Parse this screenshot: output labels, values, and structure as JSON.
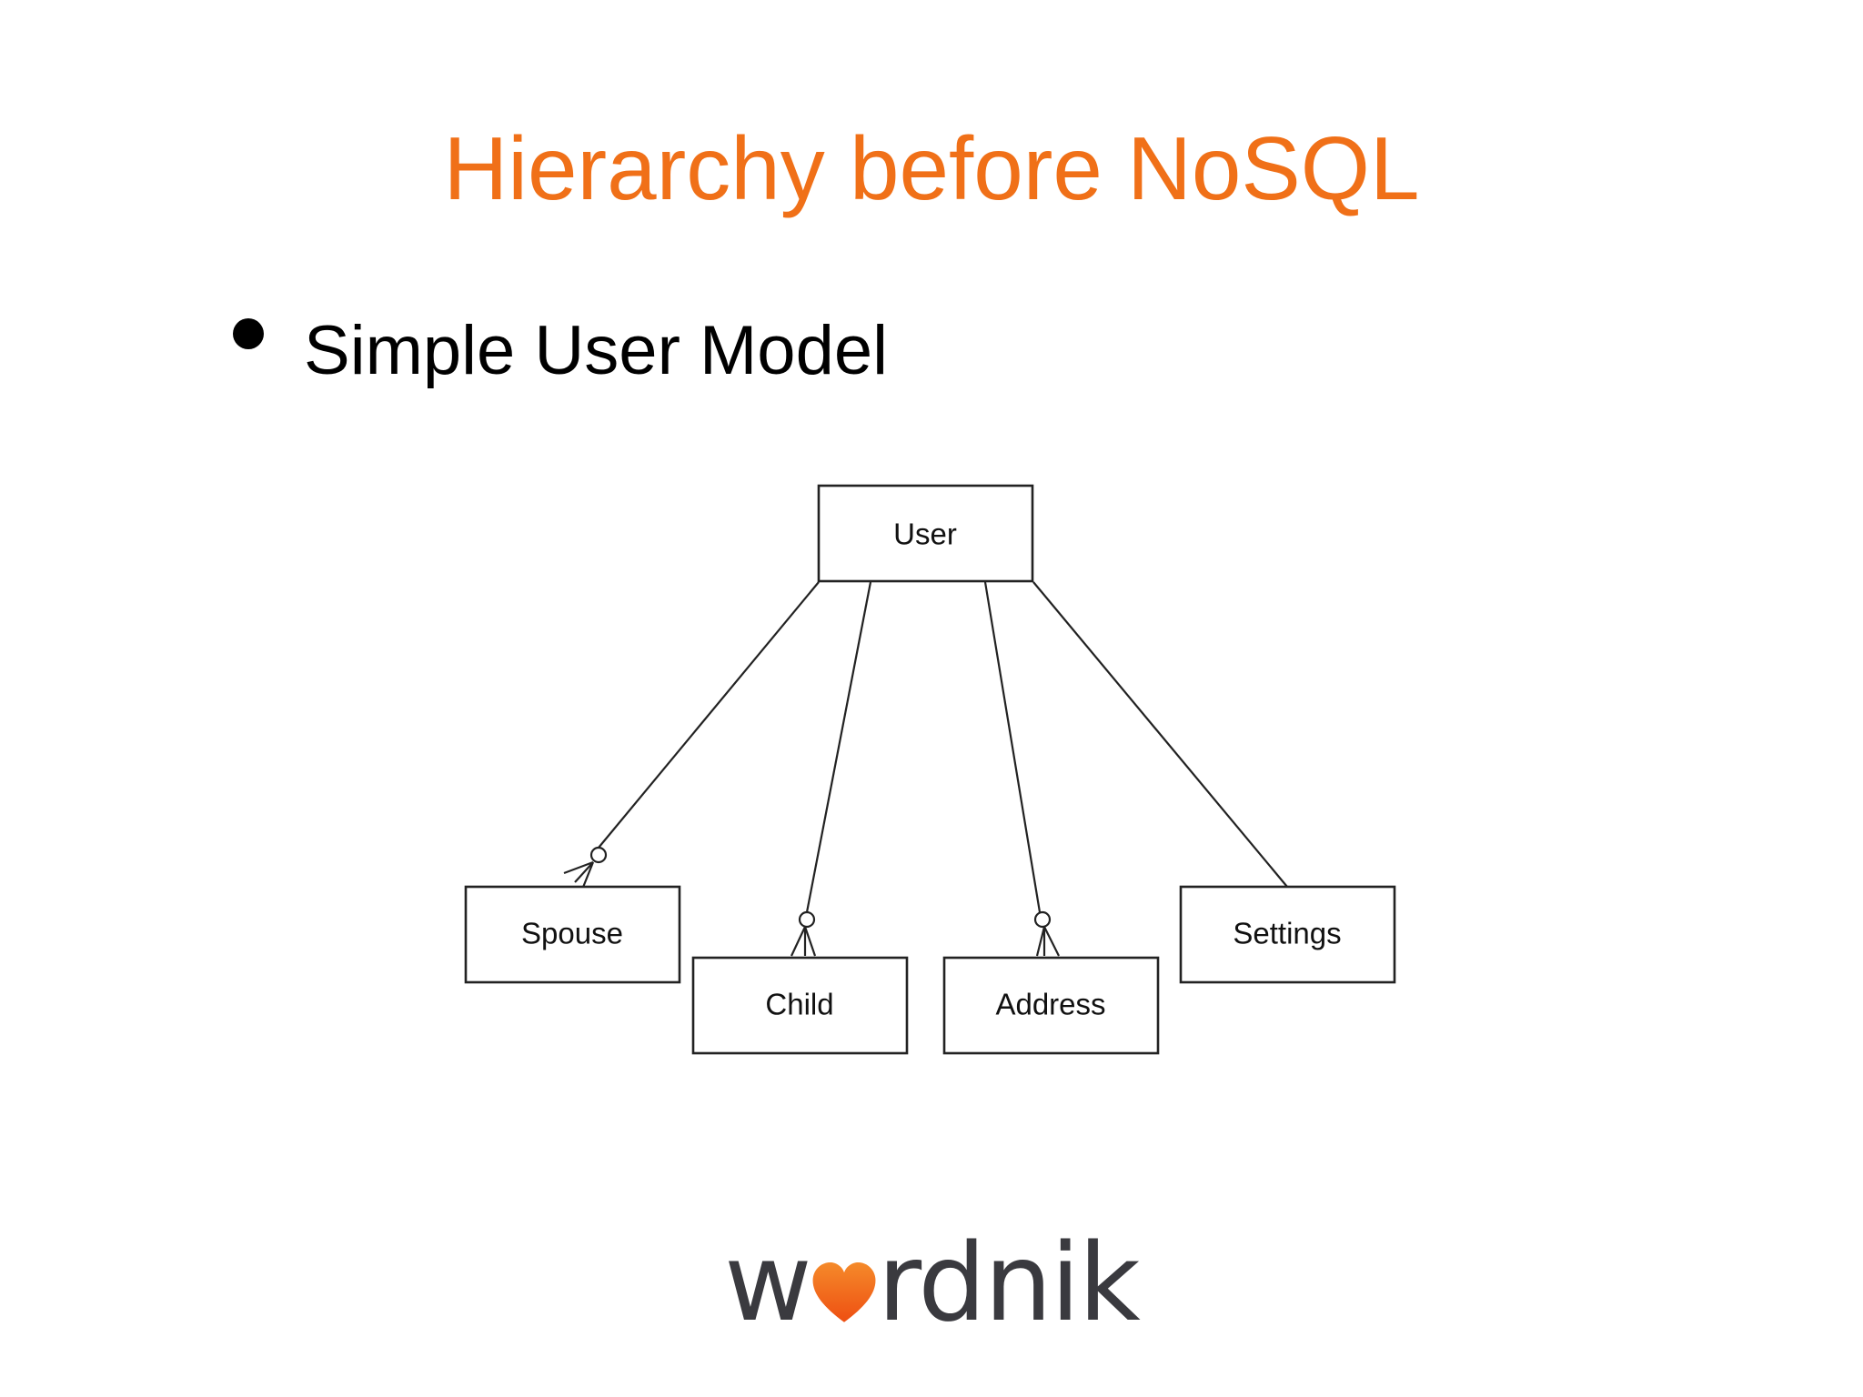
{
  "slide": {
    "title": "Hierarchy before NoSQL",
    "bullet": "Simple User Model"
  },
  "diagram": {
    "nodes": {
      "user": "User",
      "spouse": "Spouse",
      "child": "Child",
      "address": "Address",
      "settings": "Settings"
    },
    "relations": [
      {
        "from": "User",
        "to": "Spouse",
        "cardinality": "zero-or-many"
      },
      {
        "from": "User",
        "to": "Child",
        "cardinality": "zero-or-many"
      },
      {
        "from": "User",
        "to": "Address",
        "cardinality": "zero-or-many"
      },
      {
        "from": "User",
        "to": "Settings",
        "cardinality": "one"
      }
    ]
  },
  "logo": {
    "text": "wordnik",
    "prefix": "w",
    "suffix": "rdnik",
    "heart_color": "#f26a1b"
  },
  "colors": {
    "title": "#f07018",
    "text": "#000000",
    "logo_text": "#3a3a3f"
  }
}
